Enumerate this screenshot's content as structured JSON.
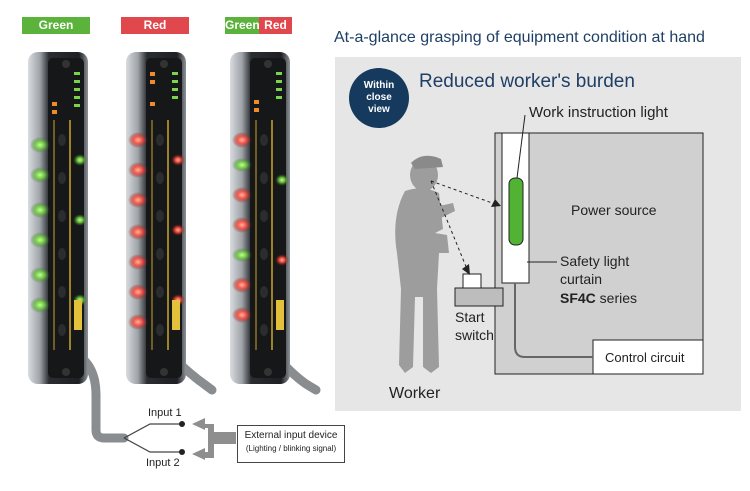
{
  "labels": {
    "green_tag": "Green",
    "red_tag": "Red",
    "mixed_tag_green": "Green",
    "mixed_tag_red": "Red",
    "input1": "Input 1",
    "input2": "Input 2",
    "external_device": "External input device",
    "external_device_sub": "(Lighting / blinking signal)"
  },
  "right_panel": {
    "header": "At-a-glance grasping of equipment condition at hand",
    "badge_line1": "Within",
    "badge_line2": "close",
    "badge_line3": "view",
    "subtitle": "Reduced worker's burden",
    "work_light": "Work instruction light",
    "power_source": "Power source",
    "safety_line1": "Safety light",
    "safety_line2": "curtain",
    "safety_model": "SF4C",
    "safety_series": " series",
    "start_line1": "Start",
    "start_line2": "switch",
    "control": "Control circuit",
    "worker": "Worker"
  },
  "colors": {
    "green": "#5bb33c",
    "red": "#e0484d",
    "badge": "#153a5e",
    "header_text": "#1f3f66",
    "panel_bg": "#e6e6e6"
  }
}
